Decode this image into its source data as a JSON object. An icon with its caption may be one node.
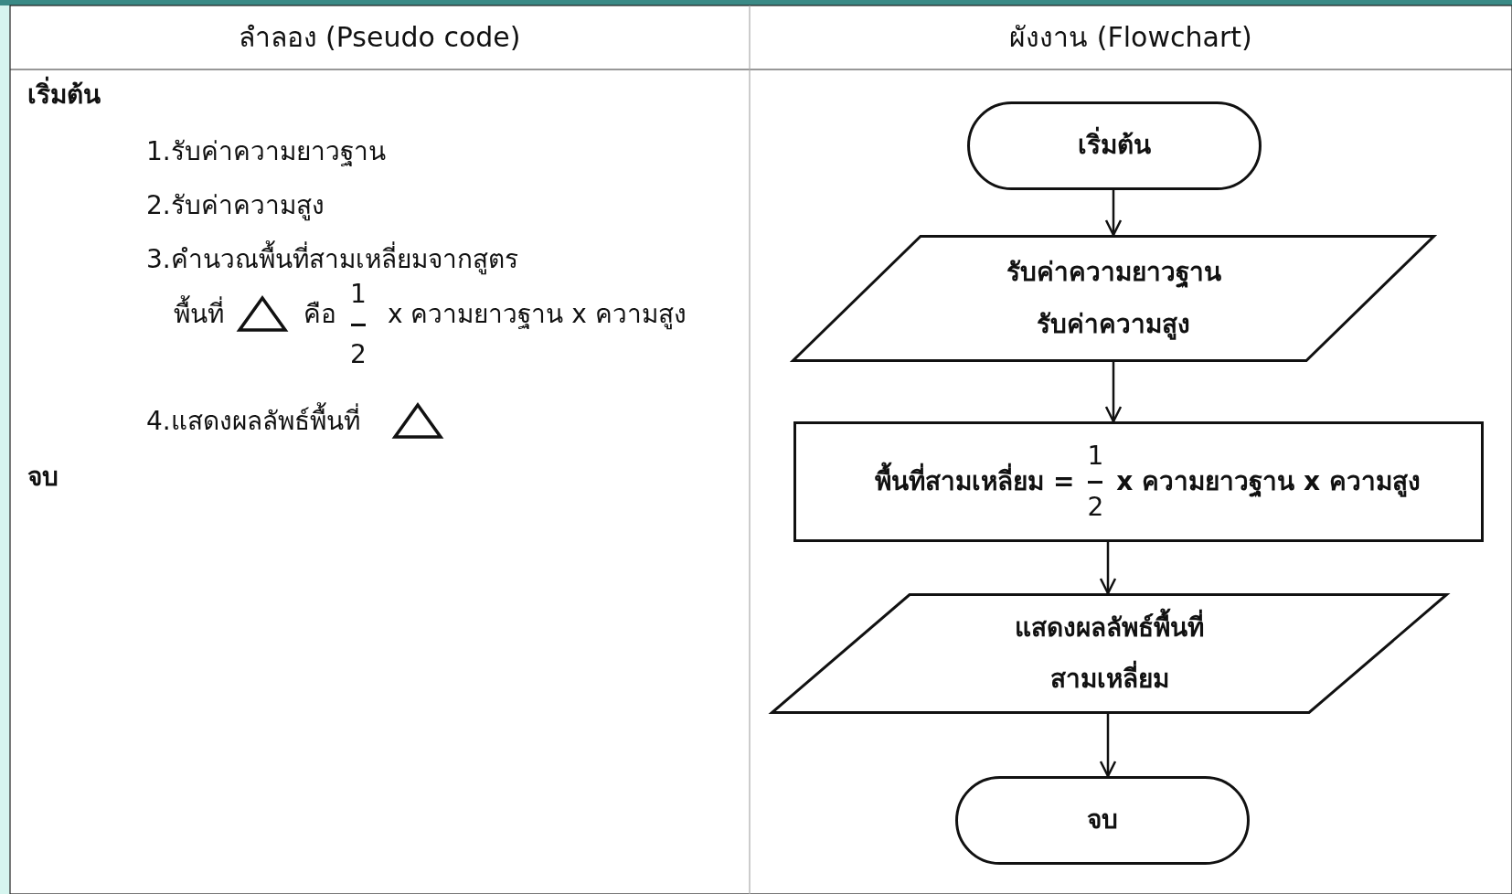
{
  "diagram": {
    "nodes": [
      {
        "text": [
          "เริ่มต้น"
        ]
      },
      {
        "text": [
          "รับค่าความยาวฐาน",
          "รับค่าความสูง"
        ]
      },
      {
        "text": [
          "พื้นที่สามเหลี่ยม =",
          "1",
          "2",
          "x ความยาวฐาน x ความสูง"
        ]
      },
      {
        "text": [
          "แสดงผลลัพธ์พื้นที่ สามเหลี่ยม"
        ]
      },
      {
        "text": [
          "จบ"
        ]
      }
    ],
    "edges": [
      {
        "from": 0,
        "to": 1,
        "arrow": "to"
      },
      {
        "from": 1,
        "to": 2,
        "arrow": "to"
      },
      {
        "from": 2,
        "to": 3,
        "arrow": "to"
      },
      {
        "from": 3,
        "to": 4,
        "arrow": "to"
      }
    ],
    "labels": [
      "ลำลอง (Pseudo code)",
      "ผังงาน (Flowchart)",
      "เริ่มต้น",
      "1.รับค่าความยาวฐาน",
      "2.รับค่าความสูง",
      "3.คำนวณพื้นที่สามเหลี่ยมจากสูตร",
      "พื้นที่",
      "คือ",
      "1",
      "2",
      "x ความยาวฐาน x ความสูง",
      "4.แสดงผลลัพธ์พื้นที่",
      "จบ"
    ]
  }
}
